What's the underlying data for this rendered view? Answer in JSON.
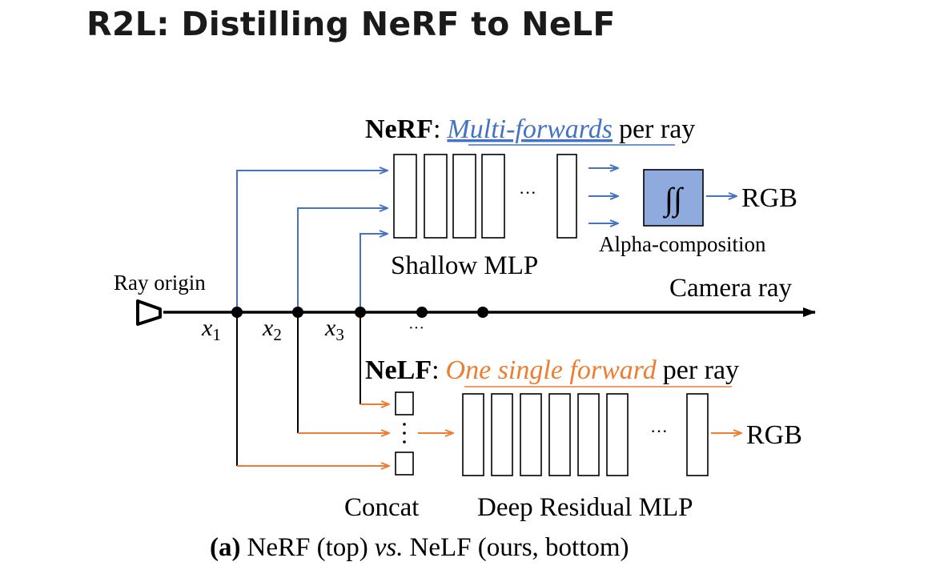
{
  "slide": {
    "title": "R2L: Distilling NeRF to NeLF"
  },
  "diagram": {
    "nerf": {
      "name": "NeRF",
      "colon": ":",
      "emphasis": "Multi-forwards",
      "suffix": "per ray",
      "mlp_label": "Shallow MLP",
      "composition_label": "Alpha-composition",
      "integral_symbol": "∫∫",
      "output": "RGB",
      "ellipsis": "···"
    },
    "ray": {
      "origin_label": "Ray origin",
      "ray_label": "Camera ray",
      "sample_labels": [
        "x",
        "x",
        "x"
      ],
      "sample_subscripts": [
        "1",
        "2",
        "3"
      ],
      "ellipsis": "···"
    },
    "nelf": {
      "name": "NeLF",
      "colon": ":",
      "emphasis": "One single forward",
      "suffix": "per ray",
      "concat_label": "Concat",
      "mlp_label": "Deep Residual MLP",
      "output": "RGB",
      "ellipsis": "···"
    },
    "caption": {
      "tag": "(a)",
      "part1": "NeRF (top)",
      "vs": "vs.",
      "part2": "NeLF (ours, bottom)"
    },
    "colors": {
      "nerf_blue": "#4472C4",
      "nelf_orange": "#ED7D31",
      "composition_fill": "#8FAADC",
      "ink": "#000000"
    }
  }
}
